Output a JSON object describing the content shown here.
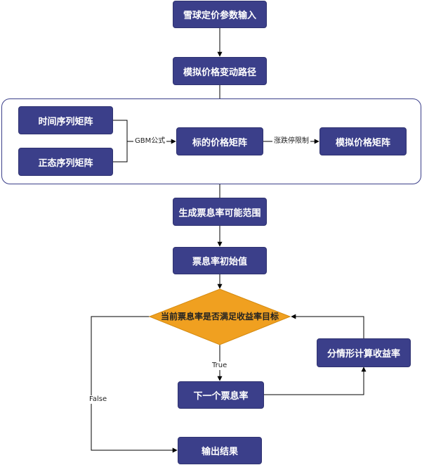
{
  "nodes": {
    "input": "雪球定价参数输入",
    "sim_path": "模拟价格变动路径",
    "time_matrix": "时间序列矩阵",
    "normal_matrix": "正态序列矩阵",
    "underlying_matrix": "标的价格矩阵",
    "sim_matrix": "模拟价格矩阵",
    "coupon_range": "生成票息率可能范围",
    "coupon_init": "票息率初始值",
    "decision": "当前票息率是否满足收益率目标",
    "calc_yield": "分情形计算收益率",
    "next_coupon": "下一个票息率",
    "output": "输出结果"
  },
  "edge_labels": {
    "gbm": "GBM公式",
    "limit": "涨跌停限制",
    "true": "True",
    "false": "False"
  },
  "colors": {
    "node_fill": "#3b3f8a",
    "decision_fill": "#f0a020",
    "line": "#000000"
  }
}
